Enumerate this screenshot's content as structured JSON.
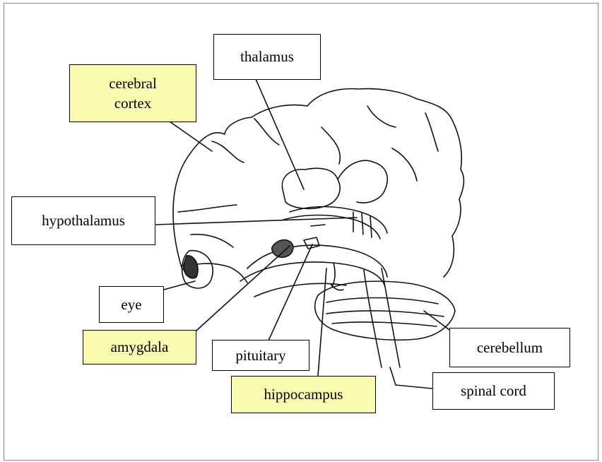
{
  "labels": {
    "thalamus": "thalamus",
    "cerebral_cortex": "cerebral\ncortex",
    "hypothalamus": "hypothalamus",
    "eye": "eye",
    "amygdala": "amygdala",
    "pituitary": "pituitary",
    "hippocampus": "hippocampus",
    "cerebellum": "cerebellum",
    "spinal_cord": "spinal cord"
  },
  "colors": {
    "highlight": "#fbfbb0",
    "plain": "#ffffff",
    "ink": "#000000"
  }
}
